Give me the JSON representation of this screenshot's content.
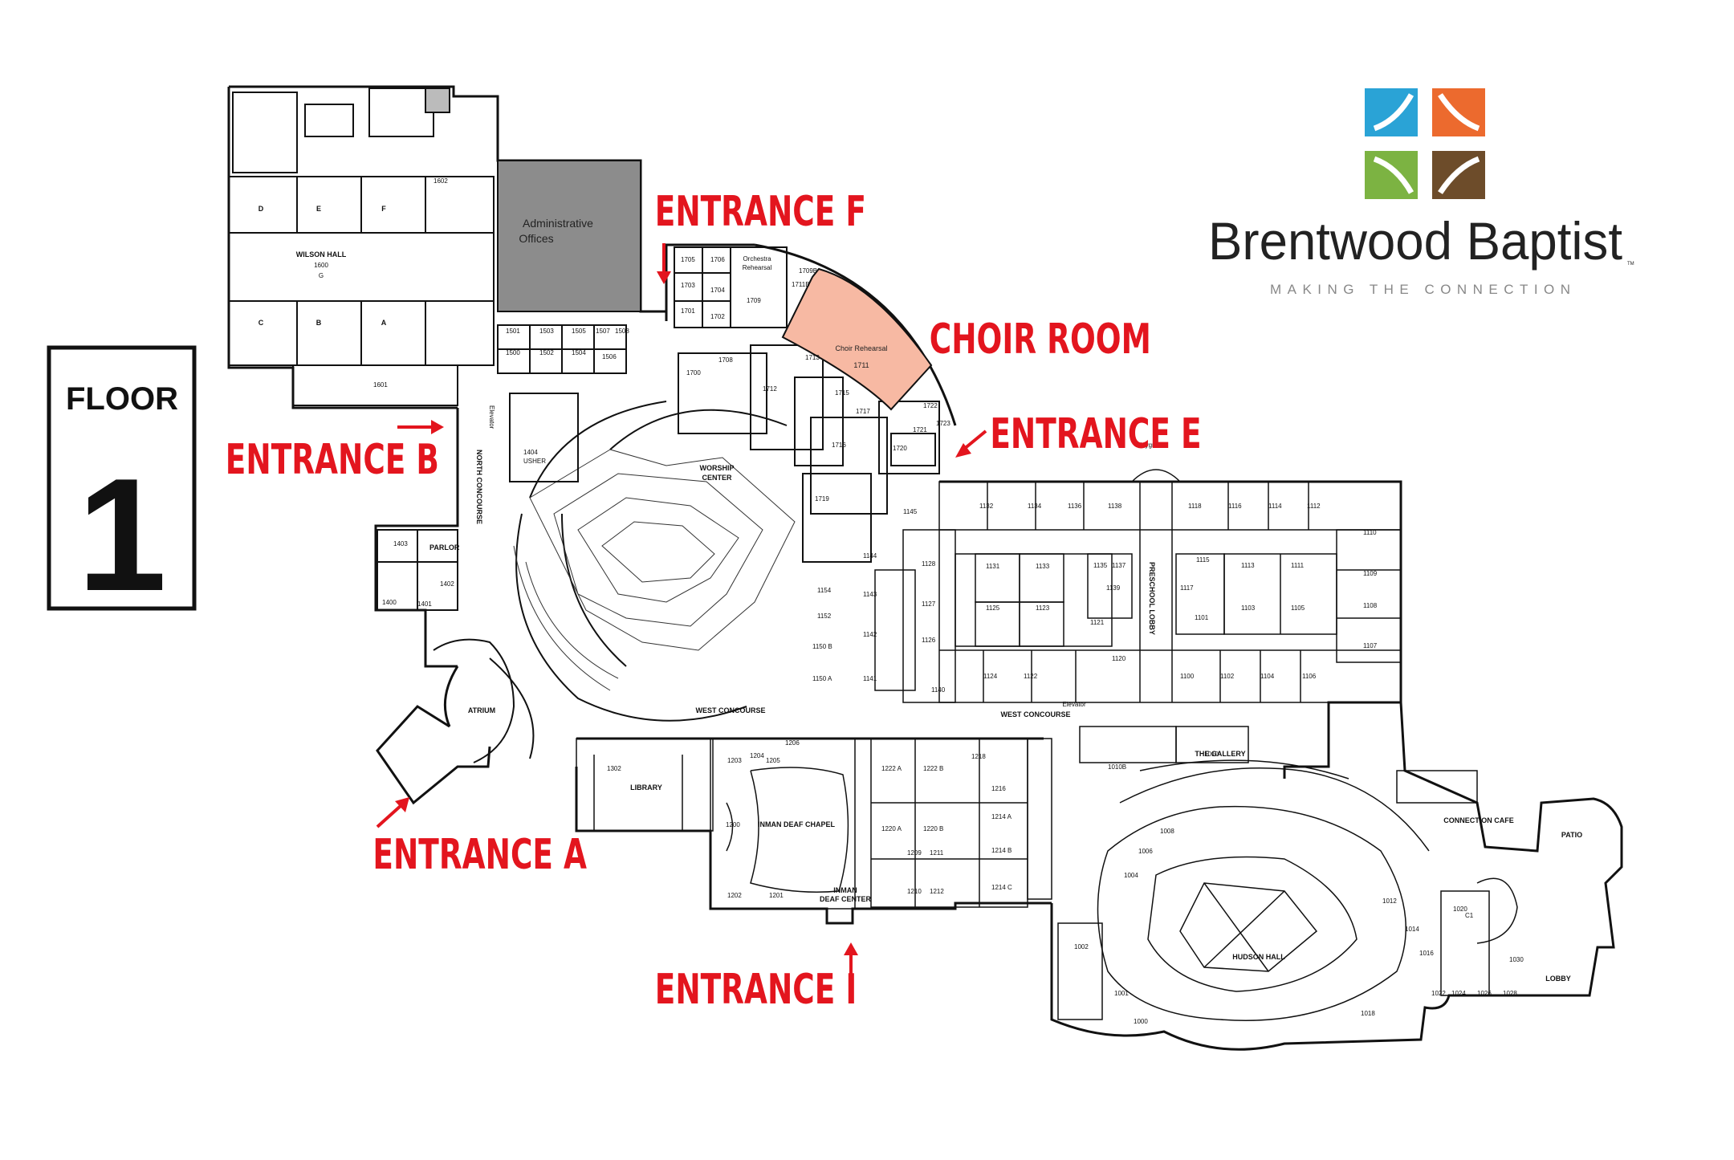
{
  "floor": {
    "label": "FLOOR",
    "number": "1"
  },
  "brand": {
    "name": "Brentwood Baptist",
    "tagline": "MAKING THE CONNECTION",
    "trademark": "TM",
    "tile_colors": [
      "#2aa3d6",
      "#ec6a2e",
      "#7cb342",
      "#6d4c2a"
    ]
  },
  "highlight": {
    "label": "CHOIR ROOM",
    "room_name": "Choir Rehearsal",
    "room_number": "1711",
    "color": "#f7b9a3"
  },
  "entrances": [
    "ENTRANCE F",
    "ENTRANCE E",
    "ENTRANCE B",
    "ENTRANCE A",
    "ENTRANCE I"
  ],
  "colors": {
    "accent_red": "#e3151e",
    "admin_gray": "#8c8c8c",
    "walls": "#111111"
  },
  "areas": {
    "admin": [
      "Administrative",
      "Offices"
    ],
    "wilson_hall": [
      "WILSON HALL",
      "1600",
      "G"
    ],
    "wilson_rooms": [
      "D",
      "E",
      "F",
      "C",
      "B",
      "A"
    ],
    "worship_center": [
      "WORSHIP",
      "CENTER"
    ],
    "north_concourse": "NORTH CONCOURSE",
    "west_concourse_1": "WEST CONCOURSE",
    "west_concourse_2": "WEST CONCOURSE",
    "atrium": "ATRIUM",
    "library": "LIBRARY",
    "chapel": "INMAN DEAF CHAPEL",
    "deaf_center": [
      "INMAN",
      "DEAF CENTER"
    ],
    "gallery": "THE GALLERY",
    "hudson_hall": "HUDSON HALL",
    "cafe": "CONNECTION CAFE",
    "patio": "PATIO",
    "lobby": "LOBBY",
    "preschool_lobby": "PRESCHOOL LOBBY",
    "orchestra": [
      "Orchestra",
      "Rehearsal"
    ],
    "parlor": "PARLOR",
    "usher": [
      "1404",
      "USHER"
    ],
    "elevator_1": "Elevator",
    "elevator_2": "Elevator",
    "playground": "Playground"
  },
  "rooms": [
    "1602",
    "1601",
    "1501",
    "1503",
    "1505",
    "1507",
    "1508",
    "1500",
    "1502",
    "1504",
    "1506",
    "1705",
    "1706",
    "1703",
    "1704",
    "1701",
    "1702",
    "1709",
    "1709B",
    "1711B",
    "1700",
    "1708",
    "1713",
    "1712",
    "1715",
    "1717",
    "1716",
    "1719",
    "1720",
    "1721",
    "1722",
    "1723",
    "1403",
    "1402",
    "1400",
    "1401",
    "1145",
    "1144",
    "1143",
    "1142",
    "1141",
    "1140",
    "1128",
    "1127",
    "1126",
    "1132",
    "1134",
    "1136",
    "1138",
    "1131",
    "1133",
    "1125",
    "1123",
    "1124",
    "1122",
    "1135",
    "1137",
    "1139",
    "1121",
    "1120",
    "1118",
    "1116",
    "1114",
    "1112",
    "1110",
    "1109",
    "1108",
    "1107",
    "1113",
    "1111",
    "1115",
    "1117",
    "1101",
    "1103",
    "1105",
    "1100",
    "1102",
    "1104",
    "1106",
    "1154",
    "1152",
    "1150 B",
    "1150 A",
    "1302",
    "1203",
    "1204",
    "1205",
    "1206",
    "1200",
    "1201",
    "1202",
    "1222 A",
    "1222 B",
    "1218",
    "1216",
    "1220 A",
    "1220 B",
    "1214 A",
    "1214 B",
    "1214 C",
    "1209",
    "1211",
    "1210",
    "1212",
    "1010B",
    "1010",
    "1008",
    "1006",
    "1004",
    "1002",
    "1001",
    "1000",
    "1012",
    "1014",
    "1016",
    "1018",
    "1020",
    "C1",
    "1022",
    "1024",
    "1026",
    "1028",
    "1030"
  ]
}
